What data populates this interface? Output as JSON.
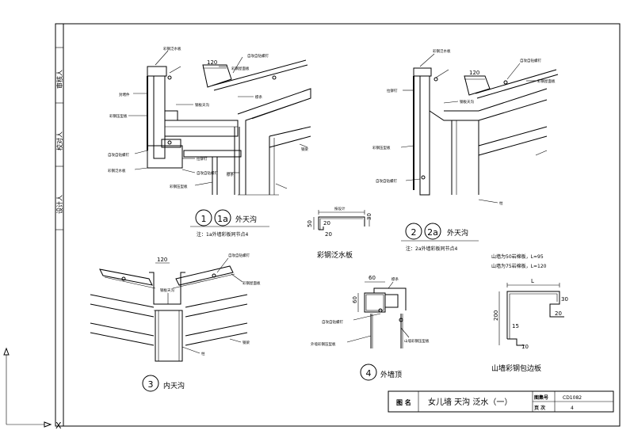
{
  "side_panel": [
    "审核人",
    "校对人",
    "设计人"
  ],
  "details": {
    "d1": {
      "caption_num": "1",
      "caption_num2": "1a",
      "caption": "外天沟",
      "sub_caption": "注：1a外墙彩板同节点4",
      "dim_width": "120",
      "labels": [
        "彩钢泛水板",
        "自攻自钻螺钉",
        "彩钢屋面板",
        "封堵件",
        "钢板天沟",
        "檩条",
        "钢梁",
        "彩钢压型板",
        "自攻自钻螺钉",
        "彩钢泛水板",
        "拉铆钉",
        "自攻自钻螺钉",
        "檩条",
        "彩钢压型板"
      ]
    },
    "d2": {
      "caption_num": "2",
      "caption_num2": "2a",
      "caption": "外天沟",
      "sub_caption": "注：2a外墙彩板同节点4",
      "dim_width": "120",
      "labels": [
        "彩钢泛水板",
        "自攻自钻螺钉",
        "彩钢屋面板",
        "拉铆钉",
        "钢板天沟",
        "彩钢压型板",
        "自攻自钻螺钉",
        "柱"
      ]
    },
    "d3": {
      "caption_num": "3",
      "caption": "内天沟",
      "dim_width": "120",
      "labels": [
        "自攻自钻螺钉",
        "彩钢屋面板",
        "钢板天沟",
        "柱",
        "钢梁"
      ]
    },
    "d4": {
      "caption_num": "4",
      "caption": "外墙顶",
      "dim_width": "60",
      "dim_height": "60",
      "labels": [
        "檩条",
        "自攻自钻螺钉",
        "外墙彩钢压型板",
        "山墙彩钢压型板"
      ]
    },
    "flashing": {
      "caption": "彩钢泛水板",
      "dim_top": "按设计",
      "dim_a": "20",
      "dim_b": "20",
      "dim_c": "30",
      "dim_d": "50"
    },
    "gable": {
      "note1": "山墙为50岩棉板，L=95",
      "note2": "山墙为75岩棉板，L=120",
      "dim_L": "L",
      "dim_200": "200",
      "dim_30": "30",
      "dim_20": "20",
      "dim_15": "15",
      "dim_10": "10",
      "caption": "山墙彩钢包边板"
    }
  },
  "title_block": {
    "label_name": "图 名",
    "drawing_name": "女儿墙  天沟  泛水（一）",
    "label_set": "图集号",
    "set_value": "CD1082",
    "label_page": "页 次",
    "page_value": "4"
  },
  "axis": {
    "x": "X"
  }
}
